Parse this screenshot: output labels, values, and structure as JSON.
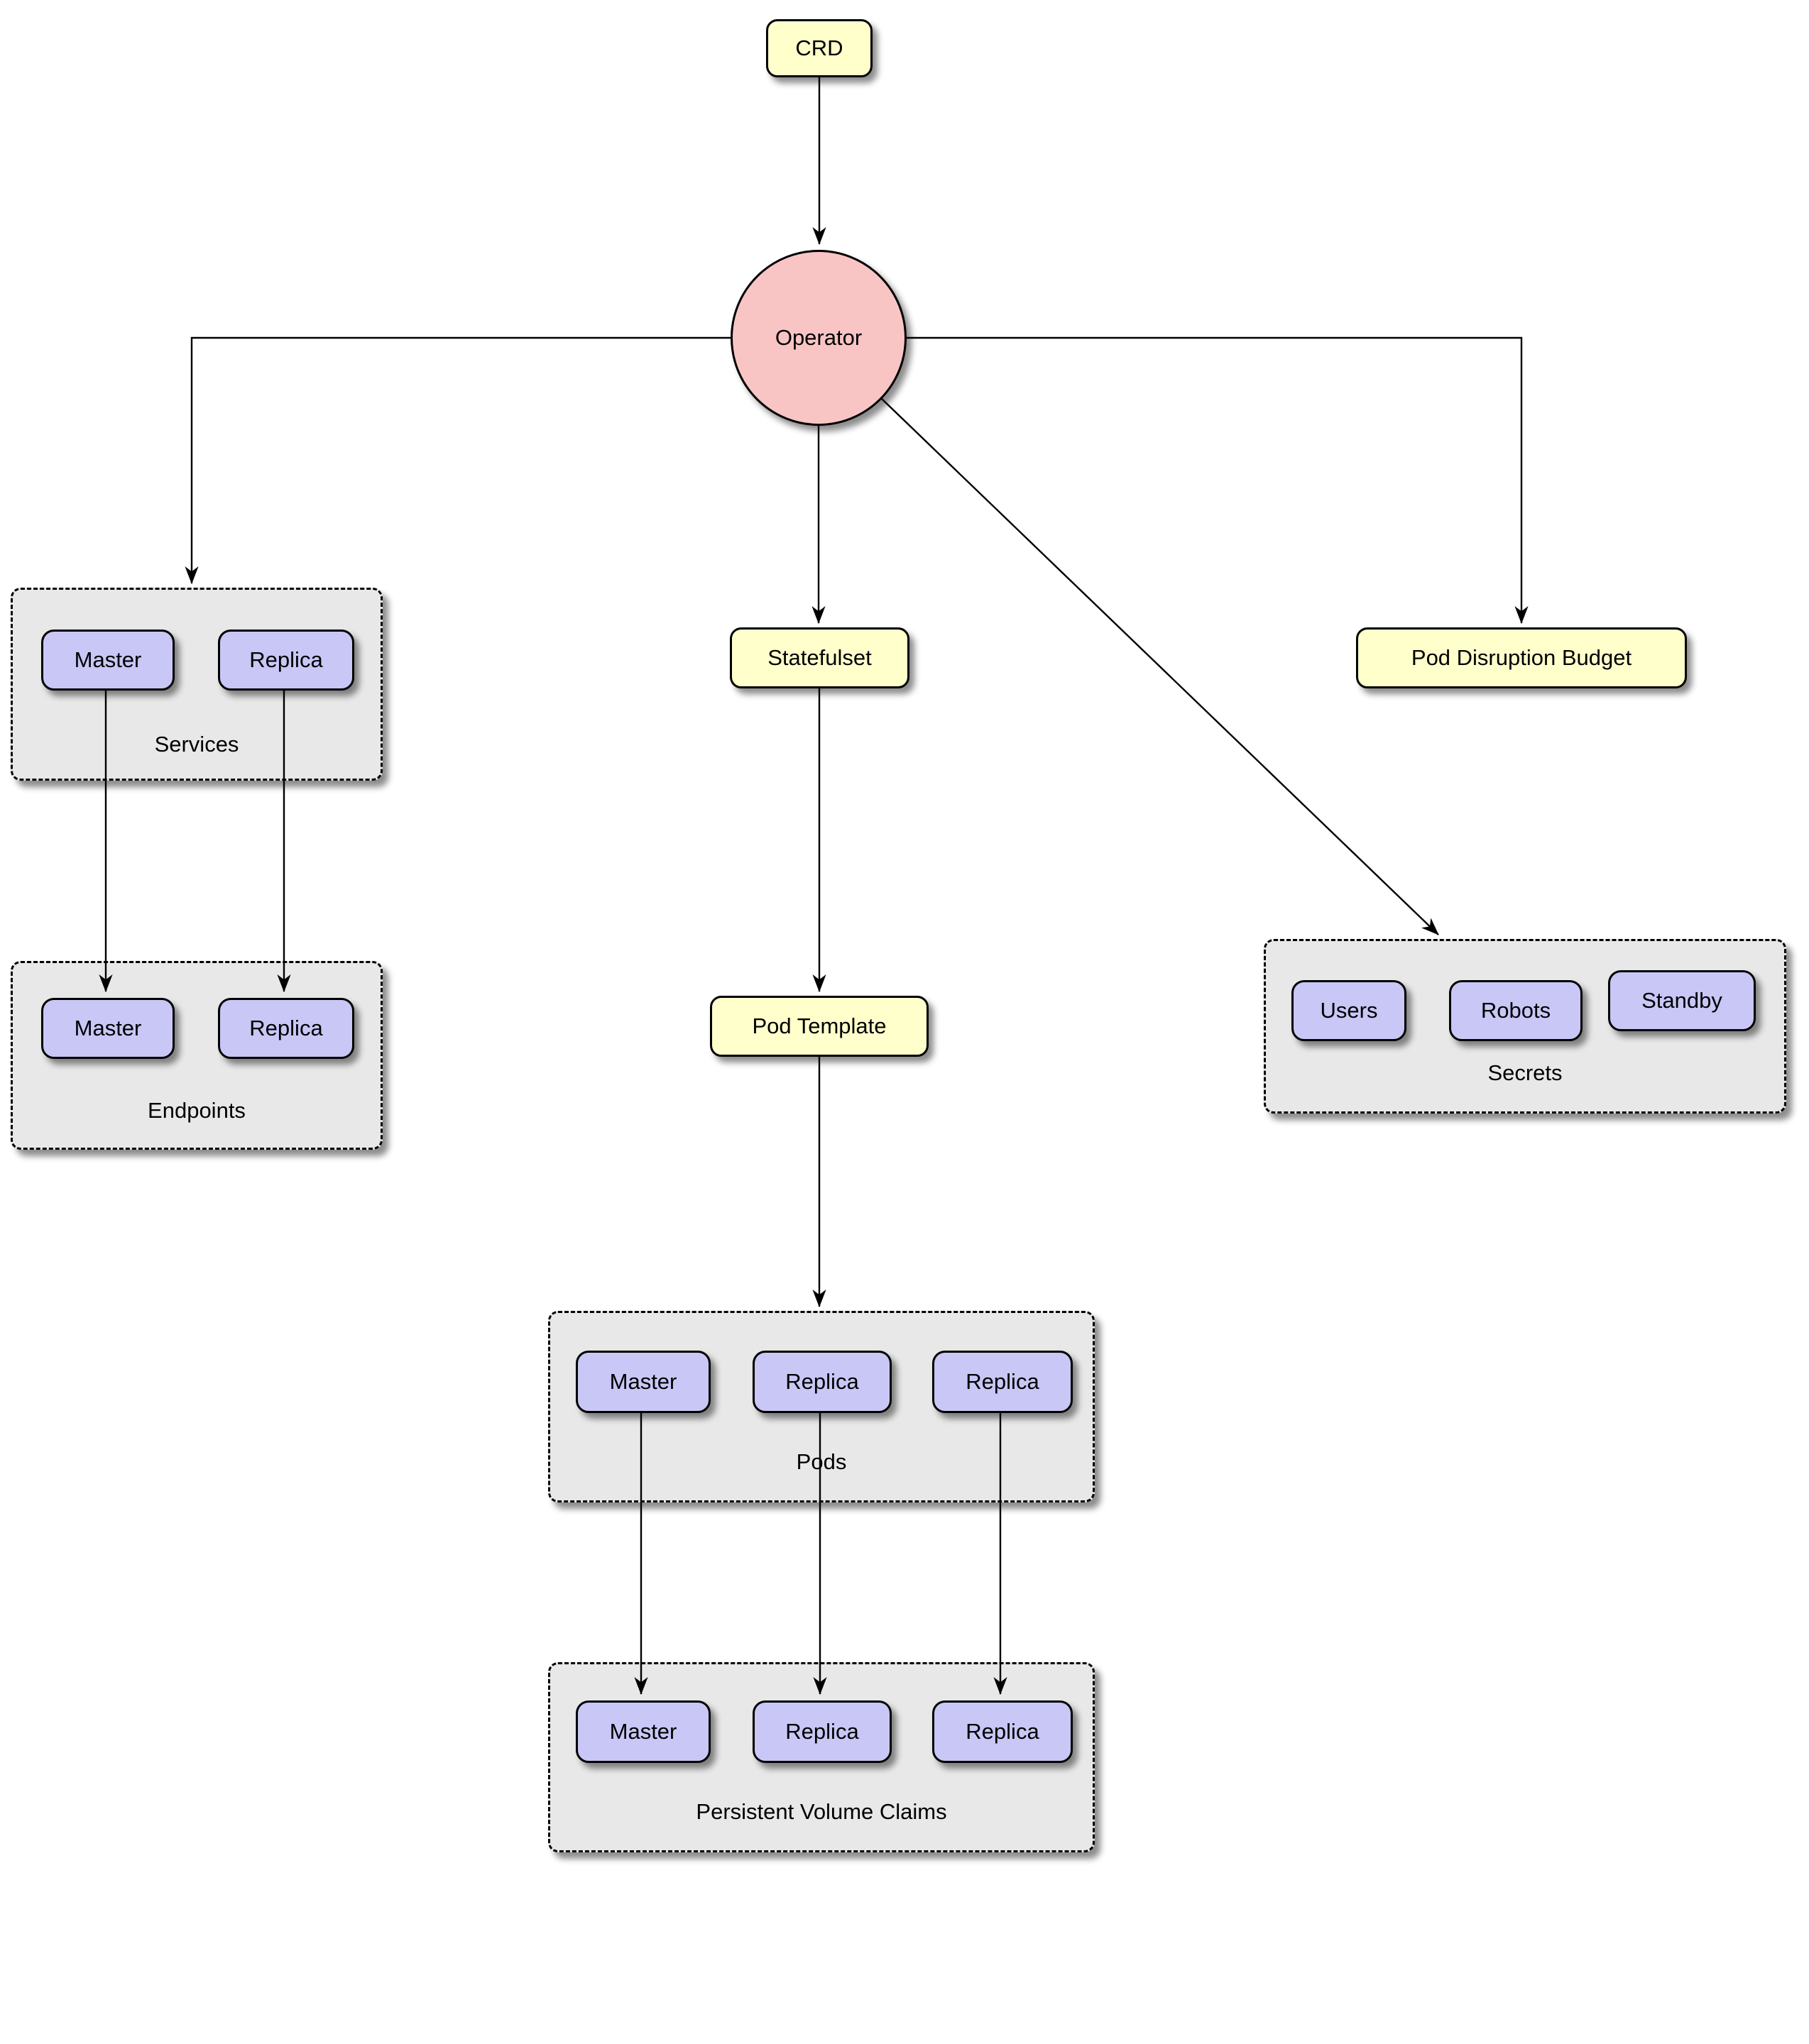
{
  "nodes": {
    "crd": "CRD",
    "operator": "Operator",
    "statefulset": "Statefulset",
    "pod_disruption_budget": "Pod Disruption Budget",
    "pod_template": "Pod Template"
  },
  "groups": {
    "services": {
      "label": "Services",
      "items": [
        "Master",
        "Replica"
      ]
    },
    "endpoints": {
      "label": "Endpoints",
      "items": [
        "Master",
        "Replica"
      ]
    },
    "secrets": {
      "label": "Secrets",
      "items": [
        "Users",
        "Robots",
        "Standby"
      ]
    },
    "pods": {
      "label": "Pods",
      "items": [
        "Master",
        "Replica",
        "Replica"
      ]
    },
    "persistent_volume_claims": {
      "label": "Persistent Volume Claims",
      "items": [
        "Master",
        "Replica",
        "Replica"
      ]
    }
  },
  "edges": [
    {
      "from": "CRD",
      "to": "Operator"
    },
    {
      "from": "Operator",
      "to": "Services"
    },
    {
      "from": "Operator",
      "to": "Statefulset"
    },
    {
      "from": "Operator",
      "to": "Pod Disruption Budget"
    },
    {
      "from": "Operator",
      "to": "Secrets"
    },
    {
      "from": "Services.Master",
      "to": "Endpoints.Master"
    },
    {
      "from": "Services.Replica",
      "to": "Endpoints.Replica"
    },
    {
      "from": "Statefulset",
      "to": "Pod Template"
    },
    {
      "from": "Pod Template",
      "to": "Pods"
    },
    {
      "from": "Pods.Master",
      "to": "PersistentVolumeClaims.Master"
    },
    {
      "from": "Pods.Replica1",
      "to": "PersistentVolumeClaims.Replica1"
    },
    {
      "from": "Pods.Replica2",
      "to": "PersistentVolumeClaims.Replica2"
    }
  ],
  "colors": {
    "node_yellow": "#FFFFCC",
    "node_pink": "#F9C5C4",
    "node_purple": "#C9C7F6",
    "group_fill": "#E8E8E8",
    "stroke": "#000000"
  }
}
